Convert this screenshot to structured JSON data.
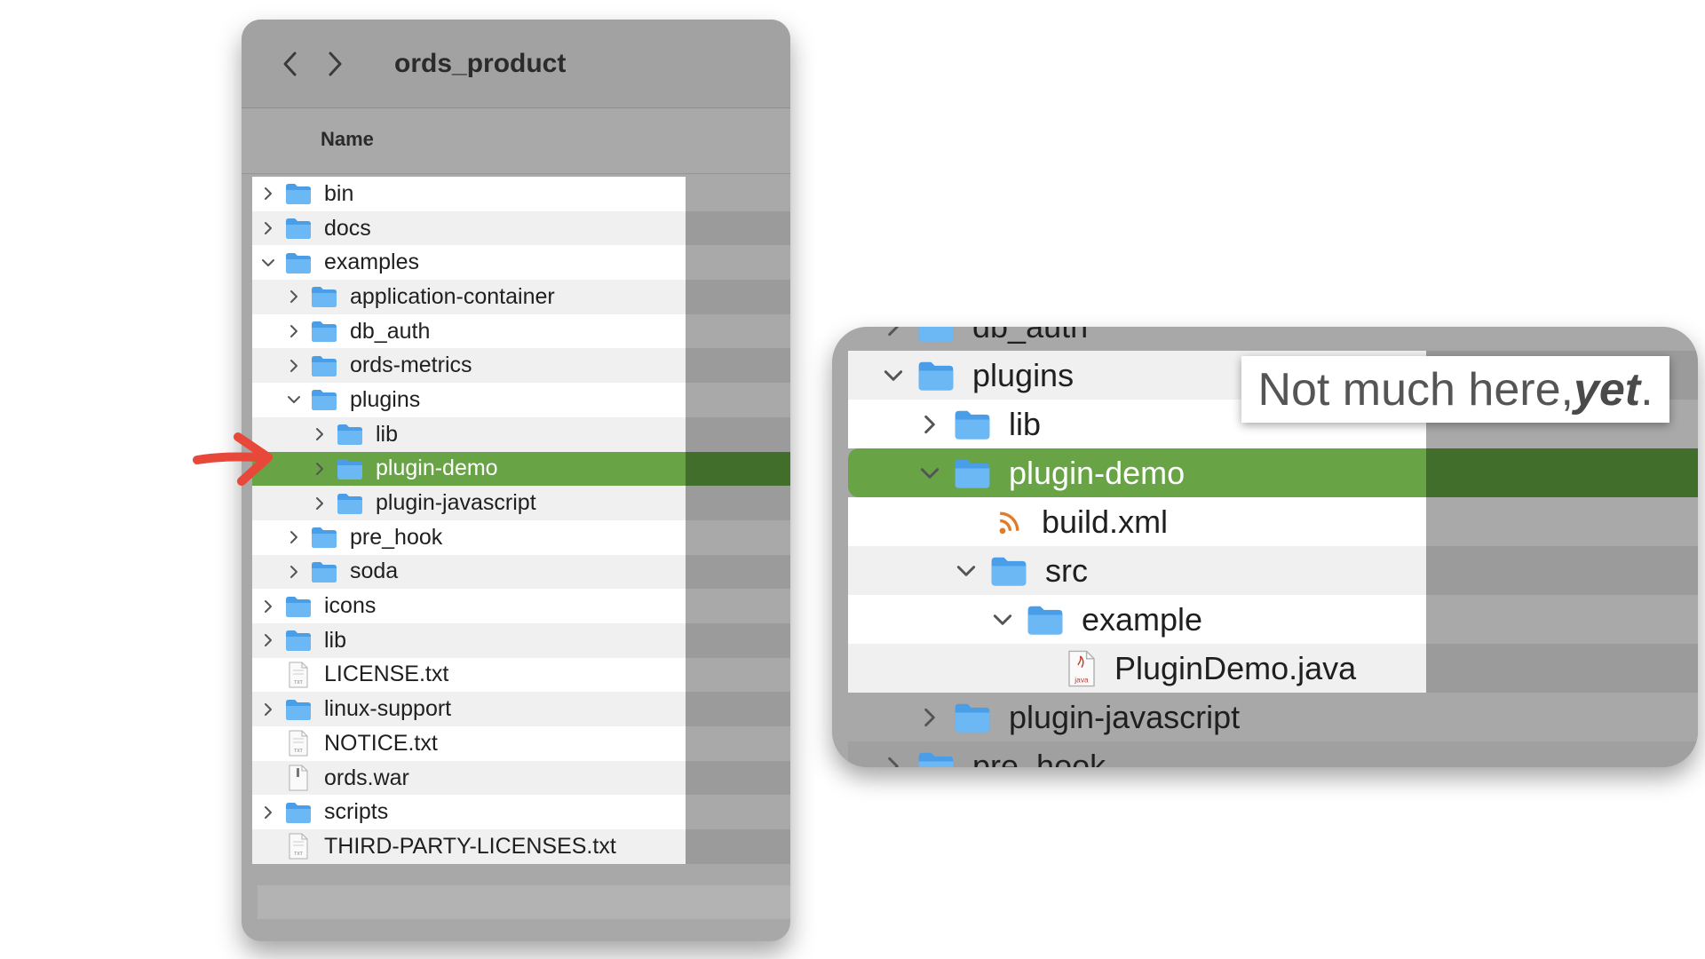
{
  "window": {
    "title": "ords_product",
    "column_header": "Name",
    "back_icon": "chevron-left-icon",
    "forward_icon": "chevron-right-icon"
  },
  "tree": [
    {
      "label": "bin",
      "depth": 0,
      "type": "folder",
      "expanded": false
    },
    {
      "label": "docs",
      "depth": 0,
      "type": "folder",
      "expanded": false
    },
    {
      "label": "examples",
      "depth": 0,
      "type": "folder",
      "expanded": true
    },
    {
      "label": "application-container",
      "depth": 1,
      "type": "folder",
      "expanded": false
    },
    {
      "label": "db_auth",
      "depth": 1,
      "type": "folder",
      "expanded": false
    },
    {
      "label": "ords-metrics",
      "depth": 1,
      "type": "folder",
      "expanded": false
    },
    {
      "label": "plugins",
      "depth": 1,
      "type": "folder",
      "expanded": true
    },
    {
      "label": "lib",
      "depth": 2,
      "type": "folder",
      "expanded": false
    },
    {
      "label": "plugin-demo",
      "depth": 2,
      "type": "folder",
      "expanded": false,
      "selected": true
    },
    {
      "label": "plugin-javascript",
      "depth": 2,
      "type": "folder",
      "expanded": false
    },
    {
      "label": "pre_hook",
      "depth": 1,
      "type": "folder",
      "expanded": false
    },
    {
      "label": "soda",
      "depth": 1,
      "type": "folder",
      "expanded": false
    },
    {
      "label": "icons",
      "depth": 0,
      "type": "folder",
      "expanded": false
    },
    {
      "label": "lib",
      "depth": 0,
      "type": "folder",
      "expanded": false
    },
    {
      "label": "LICENSE.txt",
      "depth": 0,
      "type": "txt"
    },
    {
      "label": "linux-support",
      "depth": 0,
      "type": "folder",
      "expanded": false
    },
    {
      "label": "NOTICE.txt",
      "depth": 0,
      "type": "txt"
    },
    {
      "label": "ords.war",
      "depth": 0,
      "type": "war"
    },
    {
      "label": "scripts",
      "depth": 0,
      "type": "folder",
      "expanded": false
    },
    {
      "label": "THIRD-PARTY-LICENSES.txt",
      "depth": 0,
      "type": "txt"
    }
  ],
  "zoom": {
    "rows": [
      {
        "label": "db_auth",
        "depth": 1,
        "type": "folder",
        "expanded": false,
        "zone": "out"
      },
      {
        "label": "plugins",
        "depth": 1,
        "type": "folder",
        "expanded": true
      },
      {
        "label": "lib",
        "depth": 2,
        "type": "folder",
        "expanded": false
      },
      {
        "label": "plugin-demo",
        "depth": 2,
        "type": "folder",
        "expanded": true,
        "selected": true
      },
      {
        "label": "build.xml",
        "depth": 3,
        "type": "xml"
      },
      {
        "label": "src",
        "depth": 3,
        "type": "folder",
        "expanded": true
      },
      {
        "label": "example",
        "depth": 4,
        "type": "folder",
        "expanded": true
      },
      {
        "label": "PluginDemo.java",
        "depth": 5,
        "type": "java"
      },
      {
        "label": "plugin-javascript",
        "depth": 2,
        "type": "folder",
        "expanded": false,
        "zone": "out"
      },
      {
        "label": "pre_hook",
        "depth": 1,
        "type": "folder",
        "expanded": false,
        "zone": "outalt"
      }
    ],
    "callout": {
      "text": "Not much here, ",
      "emphasis": "yet",
      "end": "."
    }
  },
  "colors": {
    "selection": "#68a446",
    "selection_dark": "#426e2c",
    "folder": "#5aaef0",
    "arrow": "#e8483a"
  }
}
